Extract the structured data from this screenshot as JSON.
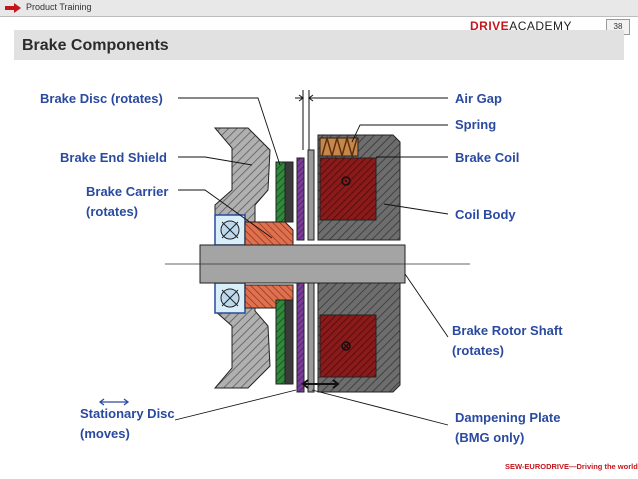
{
  "header": {
    "label": "Product Training",
    "page_number": "38",
    "brand_prefix": "DRIVE",
    "brand_suffix": "ACADEMY"
  },
  "slide": {
    "title": "Brake Components"
  },
  "labels": {
    "brake_disc": "Brake Disc (rotates)",
    "brake_end_shield": "Brake End Shield",
    "brake_carrier_1": "Brake Carrier",
    "brake_carrier_2": "(rotates)",
    "stationary_disc_1": "Stationary Disc",
    "stationary_disc_2": "(moves)",
    "air_gap": "Air Gap",
    "spring": "Spring",
    "brake_coil": "Brake Coil",
    "coil_body": "Coil Body",
    "brake_rotor_shaft_1": "Brake Rotor Shaft",
    "brake_rotor_shaft_2": "(rotates)",
    "dampening_plate_1": "Dampening Plate",
    "dampening_plate_2": "(BMG only)"
  },
  "footer": {
    "text": "SEW-EURODRIVE—Driving the world"
  },
  "colors": {
    "label_blue": "#2a4aa0",
    "brand_red": "#c4161c",
    "coil_red": "#8b1a1a",
    "disc_green": "#2f8a3a",
    "disc_purple": "#7a3d9a",
    "carrier_orange": "#e0704e"
  }
}
